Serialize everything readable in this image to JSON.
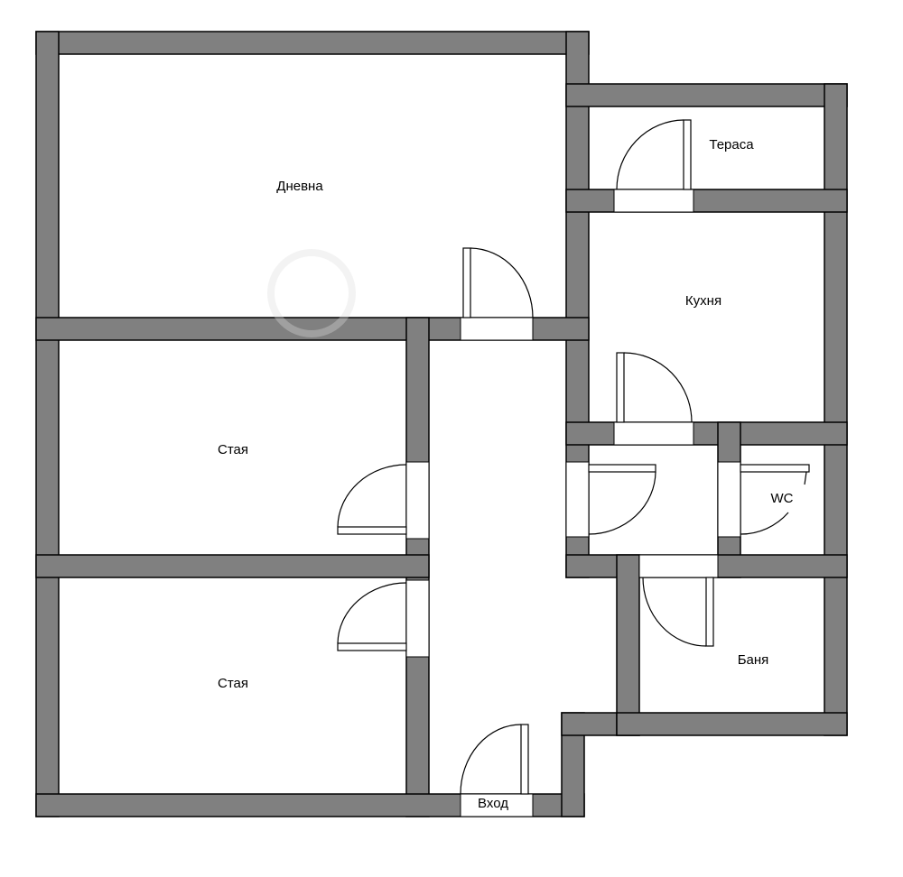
{
  "plan": {
    "rooms": [
      {
        "id": "living",
        "label": "Дневна"
      },
      {
        "id": "terrace",
        "label": "Тераса"
      },
      {
        "id": "kitchen",
        "label": "Кухня"
      },
      {
        "id": "room1",
        "label": "Стая"
      },
      {
        "id": "wc",
        "label": "WC"
      },
      {
        "id": "room2",
        "label": "Стая"
      },
      {
        "id": "bathroom",
        "label": "Баня"
      },
      {
        "id": "entrance",
        "label": "Вход"
      }
    ],
    "colors": {
      "wall": "#808080",
      "outline": "#000000",
      "floor": "#ffffff"
    }
  }
}
